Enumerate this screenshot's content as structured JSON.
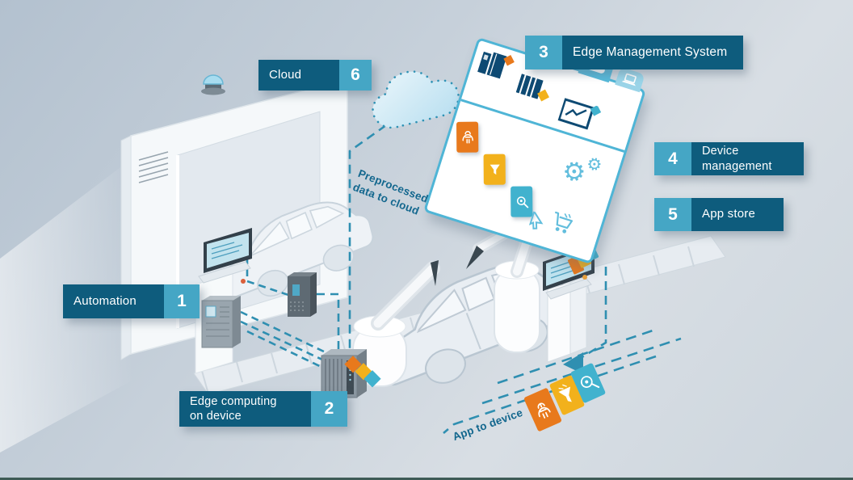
{
  "callouts": {
    "automation": {
      "num": "1",
      "text": "Automation"
    },
    "edge_computing": {
      "num": "2",
      "line1": "Edge computing",
      "line2": "on device"
    },
    "edge_management": {
      "num": "3",
      "text": "Edge Management System"
    },
    "device_management": {
      "num": "4",
      "line1": "Device",
      "line2": "management"
    },
    "app_store": {
      "num": "5",
      "text": "App store"
    },
    "cloud": {
      "num": "6",
      "text": "Cloud"
    }
  },
  "annotations": {
    "preprocessed": "Preprocessed data to cloud",
    "app_to_device": "App to device"
  },
  "glyphs": {
    "gear": "⚙"
  },
  "palette": {
    "background_top": "#b3c1cf",
    "background_bottom": "#d8dee4",
    "callout_dark": "#0e5c7d",
    "callout_accent": "#45a6c5",
    "dash_teal": "#2f8fb1",
    "panel_border": "#4fb5d6",
    "icon_navy": "#0e4a73",
    "tile_orange": "#e8791c",
    "tile_amber": "#f2b11c",
    "tile_teal": "#41b2ce",
    "glyph_blue": "#63bedd",
    "annotation_text": "#13678e",
    "cloud_fill": "#cde9f6",
    "footer_bar": "#3e5b56"
  },
  "icons": [
    "hmi-device-icon",
    "server-stack-icon",
    "analytics-chart-icon",
    "cloud-tab-icon",
    "laptop-tab-icon",
    "ai-brain-app-icon",
    "filter-app-icon",
    "vision-app-icon",
    "gears-icon",
    "cursor-icon",
    "app-store-cart-icon",
    "beacon-icon",
    "cloud-shape",
    "robot-arm",
    "car-body",
    "conveyor",
    "edge-device",
    "plc-device",
    "drive-controller",
    "hmi-workstation",
    "kiosk-terminal"
  ]
}
